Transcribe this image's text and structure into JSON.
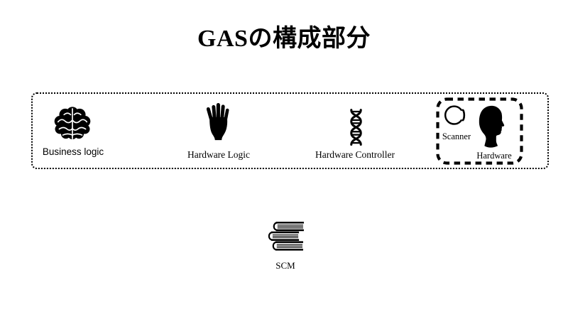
{
  "title": "GASの構成部分",
  "colors": {
    "background": "#ffffff",
    "foreground": "#000000"
  },
  "components_box": {
    "items": [
      {
        "label": "Business logic",
        "icon": "brain-icon"
      },
      {
        "label": "Hardware Logic",
        "icon": "hand-icon"
      },
      {
        "label": "Hardware Controller",
        "icon": "dna-icon"
      }
    ],
    "hardware_group": {
      "items": [
        {
          "label": "Scanner",
          "icon": "eye-icon"
        },
        {
          "label": "Hardware",
          "icon": "head-icon"
        }
      ]
    }
  },
  "scm": {
    "label": "SCM",
    "icon": "books-icon"
  }
}
